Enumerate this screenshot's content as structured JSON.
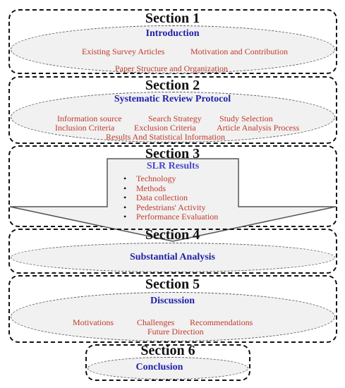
{
  "sections": [
    {
      "heading": "Section 1",
      "title": "Introduction",
      "items": [
        "Existing Survey Articles",
        "Motivation and Contribution",
        "Paper Structure and Organization"
      ]
    },
    {
      "heading": "Section 2",
      "title": "Systematic Review Protocol",
      "items": [
        "Information source",
        "Search Strategy",
        "Study Selection",
        "Inclusion Criteria",
        "Exclusion Criteria",
        "Article Analysis Process",
        "Results And Statistical Information"
      ]
    },
    {
      "heading": "Section 3",
      "title": "SLR Results",
      "items": [
        "Technology",
        "Methods",
        "Data collection",
        "Pedestrians' Activity",
        "Performance Evaluation"
      ]
    },
    {
      "heading": "Section 4",
      "title": "Substantial Analysis",
      "items": []
    },
    {
      "heading": "Section 5",
      "title": "Discussion",
      "items": [
        "Motivations",
        "Challenges",
        "Recommendations",
        "Future Direction"
      ]
    },
    {
      "heading": "Section 6",
      "title": "Conclusion",
      "items": []
    }
  ],
  "colors": {
    "heading": "#111111",
    "title": "#2222aa",
    "item": "#c03a2b",
    "fill": "#f1f1f1"
  }
}
